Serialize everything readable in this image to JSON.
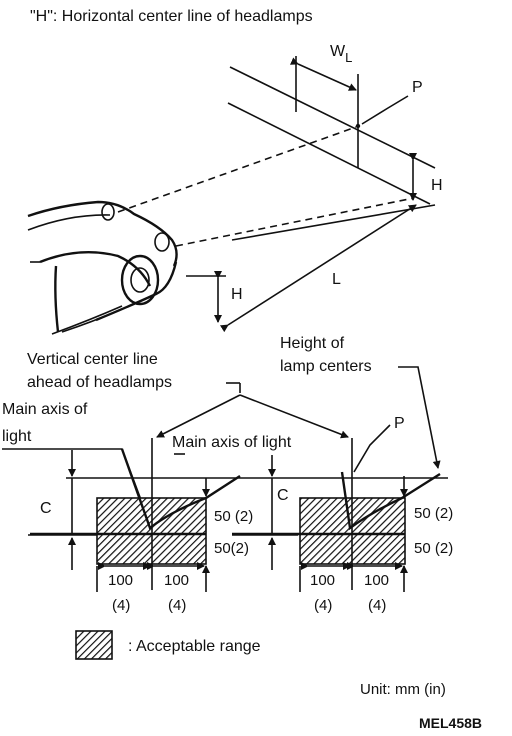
{
  "title": "\"H\": Horizontal center line of headlamps",
  "top_view": {
    "wl_label": "W",
    "wl_sub": "L",
    "p_label": "P",
    "h_label_right": "H",
    "h_label_left": "H",
    "l_label": "L"
  },
  "screen_view": {
    "vertical_center_line_1": "Vertical center line",
    "vertical_center_line_2": "ahead of headlamps",
    "height_of_1": "Height of",
    "height_of_2": "lamp centers",
    "main_axis_left_1": "Main axis of",
    "main_axis_left_2": "light",
    "main_axis_right": "Main axis of light",
    "p_label": "P",
    "c_label": "C",
    "left_box": {
      "upper_dim": "50 (2)",
      "lower_dim": "50(2)",
      "left_dim": "100",
      "left_dim_in": "(4)",
      "right_dim": "100",
      "right_dim_in": "(4)"
    },
    "right_box": {
      "upper_dim": "50  (2)",
      "lower_dim": "50 (2)",
      "left_dim": "100",
      "left_dim_in": "(4)",
      "right_dim": "100",
      "right_dim_in": "(4)"
    }
  },
  "legend": {
    "label": ": Acceptable range"
  },
  "unit": "Unit:  mm  (in)",
  "figure_code": "MEL458B"
}
